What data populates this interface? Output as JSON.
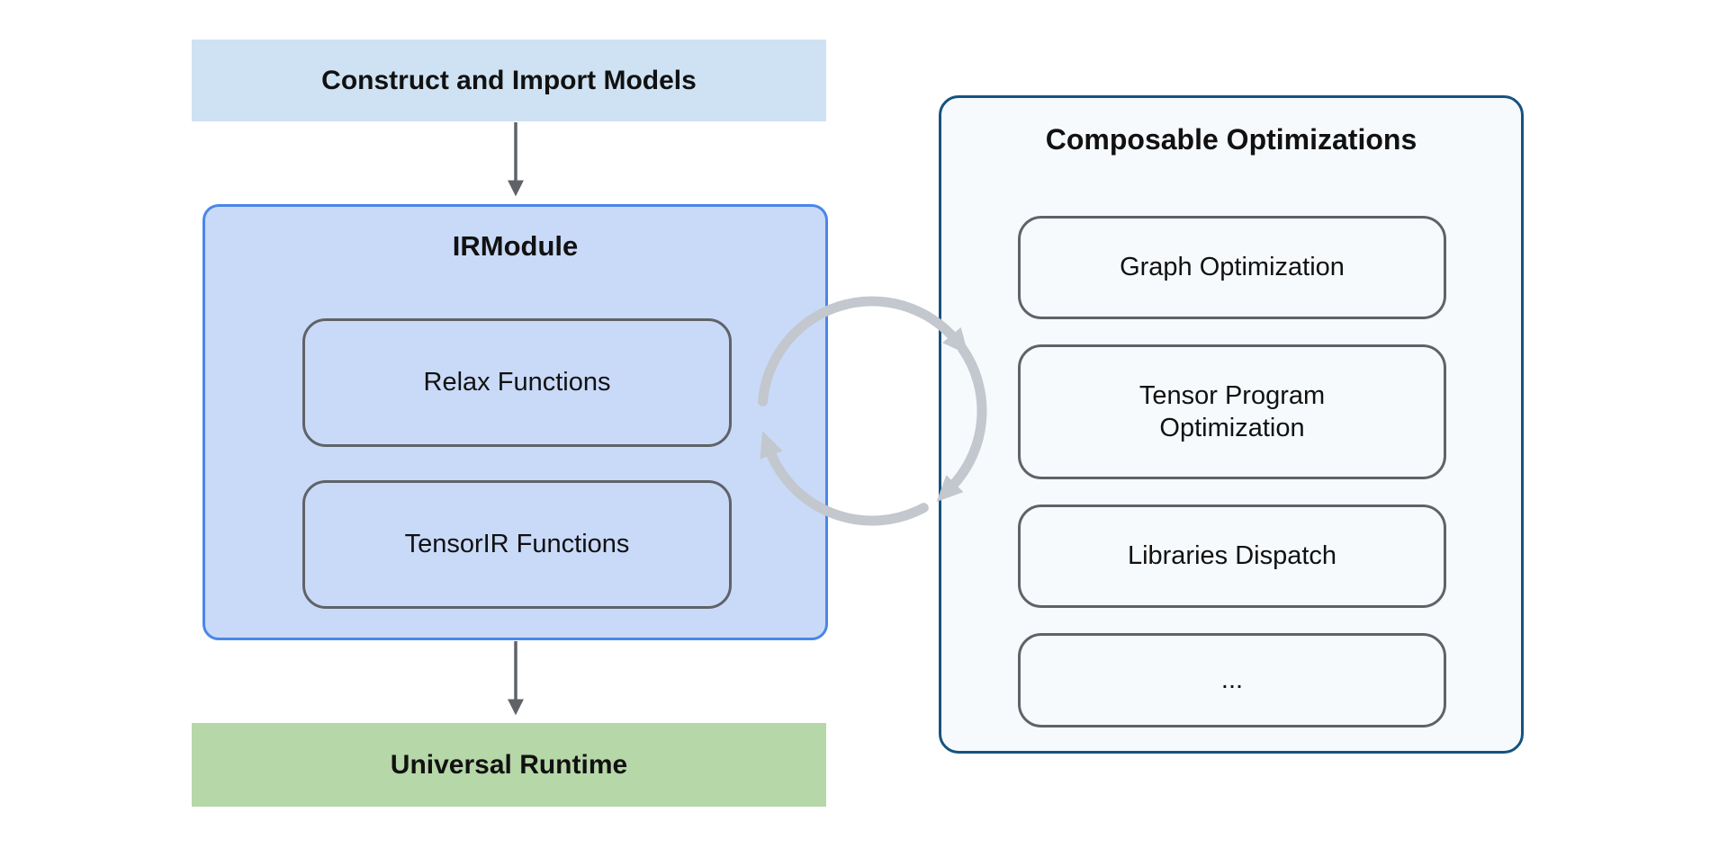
{
  "flow": {
    "construct": {
      "label": "Construct and Import Models"
    },
    "irmodule": {
      "title": "IRModule",
      "functions": [
        {
          "label": "Relax Functions"
        },
        {
          "label": "TensorIR Functions"
        }
      ]
    },
    "runtime": {
      "label": "Universal Runtime"
    }
  },
  "optimizations": {
    "title": "Composable Optimizations",
    "items": [
      {
        "label": "Graph Optimization"
      },
      {
        "label": "Tensor Program Optimization"
      },
      {
        "label": "Libraries Dispatch"
      },
      {
        "label": "..."
      }
    ]
  },
  "icons": {
    "down_arrows": "down-arrow",
    "cycle": "cycle-arrows"
  },
  "colors": {
    "construct_bg": "#cfe2f3",
    "irmodule_bg": "#c9daf8",
    "irmodule_border": "#4a86e8",
    "inner_box_border": "#5f6368",
    "runtime_bg": "#b6d7a8",
    "panel_bg": "#f7fafd",
    "panel_border": "#16537e",
    "flow_arrow": "#5f6368",
    "cycle_arrow": "#c3c7ce",
    "text": "#111111"
  }
}
